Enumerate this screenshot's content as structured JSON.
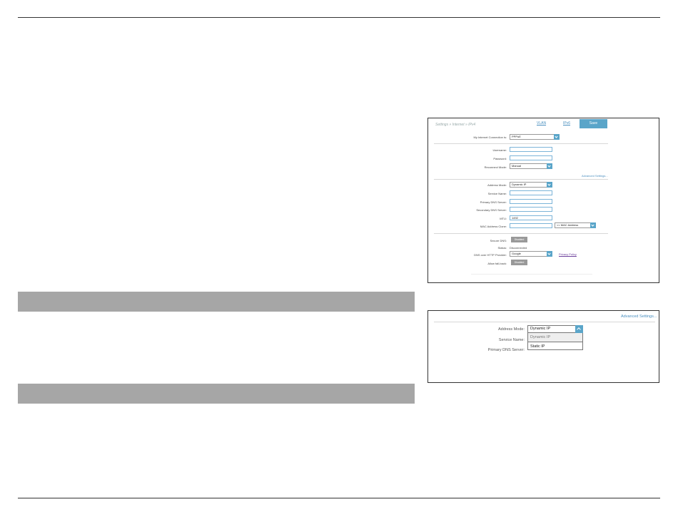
{
  "screenshot1": {
    "breadcrumb": "Settings » Internet » IPv4",
    "tabs": {
      "vlan": "VLAN",
      "ipv6": "IPv6",
      "save": "Save"
    },
    "connection": {
      "label": "My Internet Connection is:",
      "value": "PPPoE"
    },
    "pppoe": {
      "username_label": "Username:",
      "password_label": "Password:",
      "reconnect_label": "Reconnect Mode:",
      "reconnect_value": "Manual"
    },
    "advanced_link": "Advanced Settings...",
    "advanced": {
      "address_mode_label": "Address Mode:",
      "address_mode_value": "Dynamic IP",
      "service_name_label": "Service Name:",
      "primary_dns_label": "Primary DNS Server:",
      "secondary_dns_label": "Secondary DNS Server:",
      "mtu_label": "MTU:",
      "mtu_value": "1492",
      "mac_clone_label": "MAC Address Clone:",
      "mac_select": "<< MAC Address"
    },
    "dns": {
      "secure_dns_label": "Secure DNS:",
      "secure_dns_value": "Disabled",
      "status_label": "Status:",
      "status_value": "Disconnected",
      "provider_label": "DNS over HTTP Provider:",
      "provider_value": "Google",
      "privacy_link": "Privacy Policy",
      "fallback_label": "Allow fall-back:",
      "fallback_value": "Disabled"
    }
  },
  "screenshot2": {
    "advanced_link": "Advanced Settings...",
    "address_mode_label": "Address Mode:",
    "address_mode_value": "Dynamic IP",
    "options": [
      "Dynamic IP",
      "Static IP"
    ],
    "service_name_label": "Service Name:",
    "primary_dns_label": "Primary DNS Server:"
  }
}
